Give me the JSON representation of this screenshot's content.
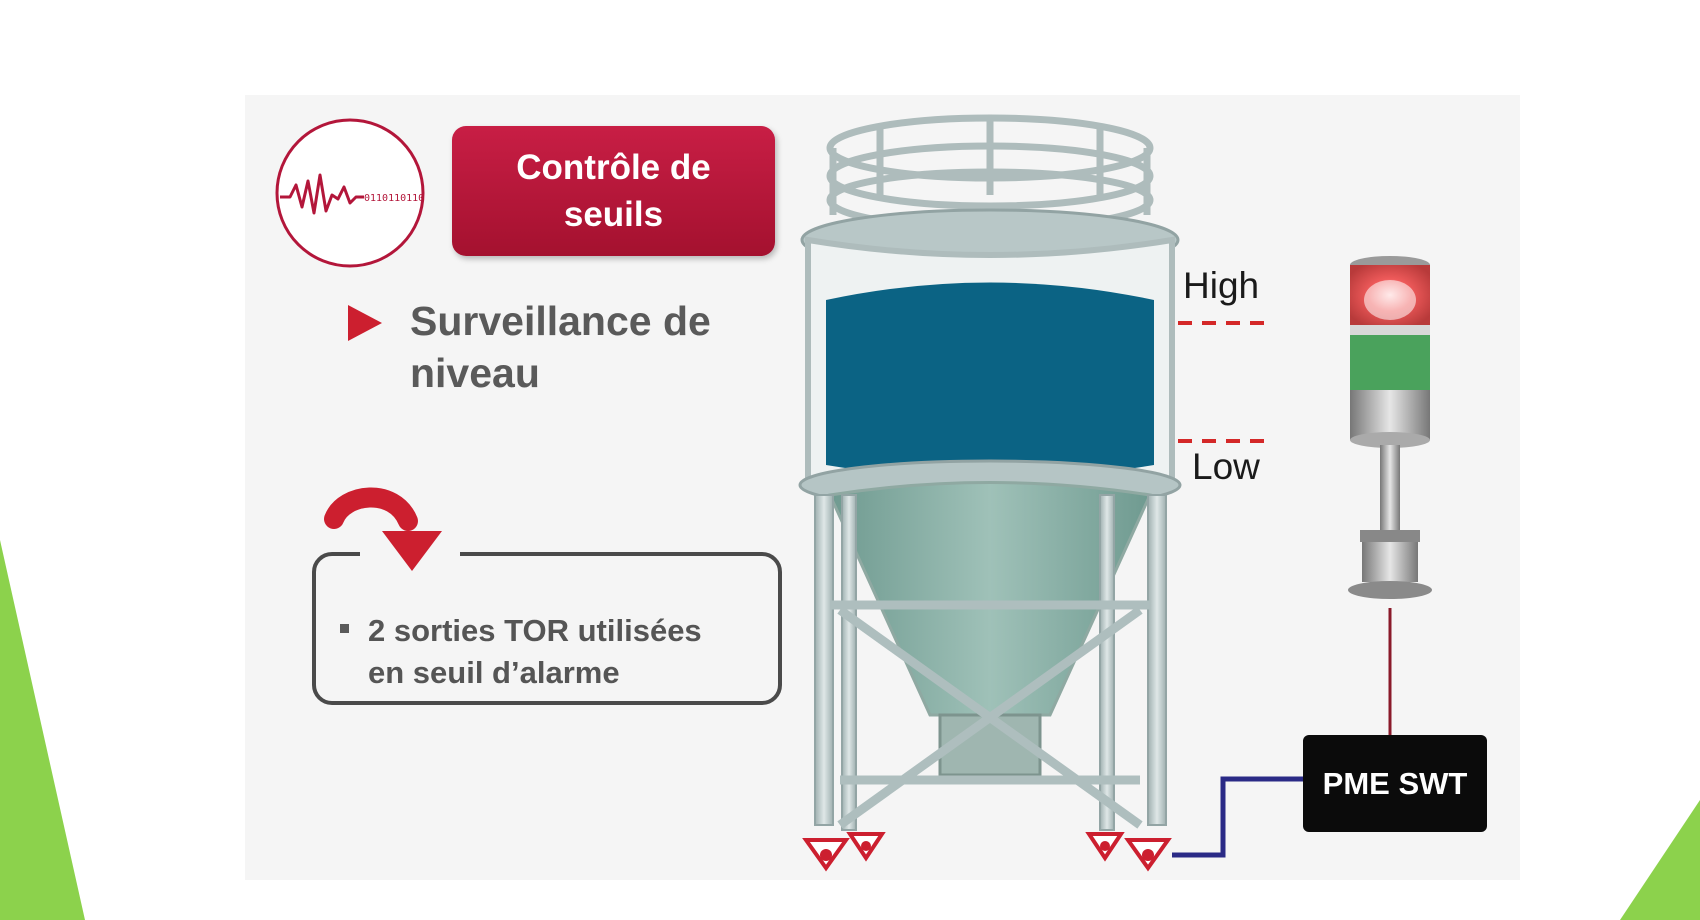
{
  "title": "Contrôle de\nseuils",
  "bullet": "Surveillance de\nniveau",
  "note": "2 sorties TOR utilisées\nen seuil d’alarme",
  "levels": {
    "high": "High",
    "low": "Low"
  },
  "device": "PME SWT",
  "signal_icon_bits": "0110110110",
  "colors": {
    "accent_red": "#cc1f2f",
    "title_red": "#b3163a",
    "fluid_blue": "#0b6384",
    "silo_gray": "#bccaca",
    "cable_blue": "#2a2a86",
    "light_red": "#e84848",
    "light_green": "#4aa25c",
    "green_corner": "#8cd24c"
  },
  "icons": [
    "signal-icon",
    "curved-arrow-icon",
    "load-cell-icon",
    "stack-light-icon"
  ]
}
